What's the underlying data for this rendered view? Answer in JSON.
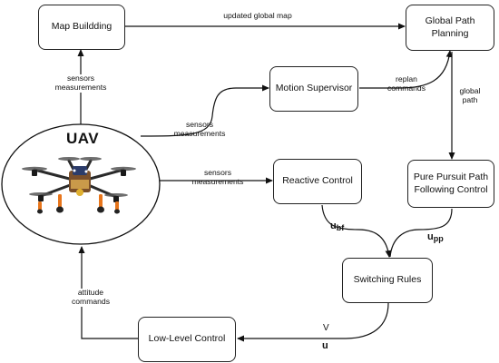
{
  "boxes": {
    "map_building": "Map Buildding",
    "global_path_planning": "Global Path Planning",
    "motion_supervisor": "Motion Supervisor",
    "reactive_control": "Reactive Control",
    "pure_pursuit": "Pure Pursuit Path Following Control",
    "switching_rules": "Switching Rules",
    "low_level_control": "Low-Level Control"
  },
  "uav": {
    "title": "UAV"
  },
  "edge_labels": {
    "updated_global_map": "updated global map",
    "sensors_measurements_top": "sensors measurements",
    "sensors_measurements_mid": "sensors measurements",
    "sensors_measurements_right": "sensors measurements",
    "replan_commands": "replan commands",
    "global_path": "global path",
    "attitude_commands": "attitude commands"
  },
  "symbols": {
    "u_bf_main": "u",
    "u_bf_sub": "bf",
    "u_pp_main": "u",
    "u_pp_sub": "pp",
    "v": "V",
    "u": "u"
  }
}
